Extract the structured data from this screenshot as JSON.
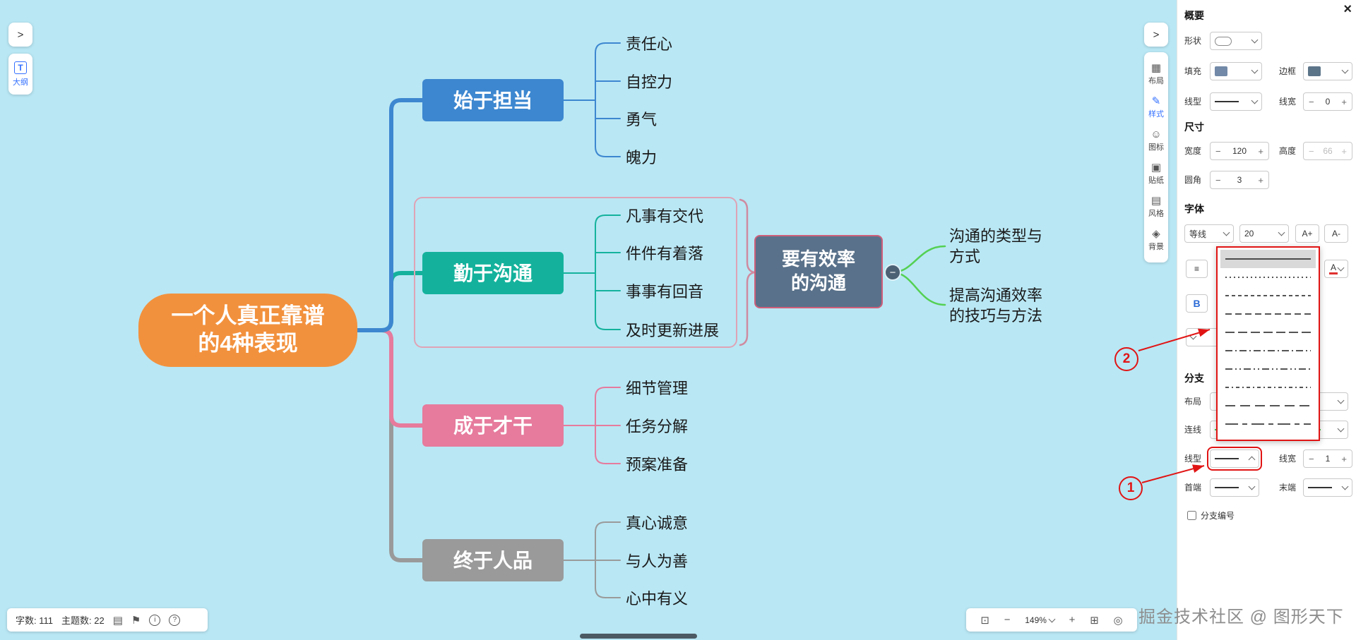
{
  "map": {
    "root_label": "一个人真正靠谱\n的4种表现",
    "branches": [
      {
        "label": "始于担当",
        "color": "#3d87d0",
        "children": [
          "责任心",
          "自控力",
          "勇气",
          "魄力"
        ]
      },
      {
        "label": "勤于沟通",
        "color": "#14b29c",
        "children": [
          "凡事有交代",
          "件件有着落",
          "事事有回音",
          "及时更新进展"
        ]
      },
      {
        "label": "成于才干",
        "color": "#e67b9d",
        "children": [
          "细节管理",
          "任务分解",
          "预案准备"
        ]
      },
      {
        "label": "终于人品",
        "color": "#9a9a9a",
        "children": [
          "真心诚意",
          "与人为善",
          "心中有义"
        ]
      }
    ],
    "summary": {
      "node_label": "要有效率\n的沟通",
      "collapse_glyph": "−",
      "children": [
        "沟通的类型与\n方式",
        "提高沟通效率\n的技巧与方法"
      ],
      "outline_color": "#dfa3b5",
      "node_fill": "#59718a",
      "node_border": "#cf5f7a",
      "link_color": "#54d053"
    },
    "root_color": "#f2913d",
    "canvas_color": "#b9e7f4"
  },
  "left_controls": {
    "expand_glyph": ">",
    "outline": {
      "icon": "T",
      "label": "大纲"
    }
  },
  "right_toolbar": {
    "expand_glyph": ">",
    "items": [
      {
        "icon": "▦",
        "label": "布局"
      },
      {
        "icon": "✎",
        "label": "样式"
      },
      {
        "icon": "☺",
        "label": "图标"
      },
      {
        "icon": "▣",
        "label": "贴纸"
      },
      {
        "icon": "▤",
        "label": "风格"
      },
      {
        "icon": "◈",
        "label": "背景"
      }
    ]
  },
  "panel": {
    "close_glyph": "×",
    "title": "概要",
    "shape_label": "形状",
    "fill_label": "填充",
    "fill_color": "#7289a8",
    "border_label": "边框",
    "border_color": "#5c7488",
    "line_type_label": "线型",
    "line_width_label": "线宽",
    "line_width_value": "0",
    "size_title": "尺寸",
    "width_label": "宽度",
    "width_value": "120",
    "height_label": "高度",
    "height_value": "66",
    "radius_label": "圆角",
    "radius_value": "3",
    "font_title": "字体",
    "font_family": "等线",
    "font_size": "20",
    "font_inc": "A+",
    "font_dec": "A-",
    "bold_label": "B",
    "font_color_label": "A",
    "branch_title": "分支",
    "layout_label": "布局",
    "link_label": "连线",
    "branch_line_type_label": "线型",
    "branch_line_width_label": "线宽",
    "branch_line_width_value": "1",
    "start_label": "首端",
    "end_label": "末端",
    "numbering_label": "分支编号",
    "popup_styles": [
      {
        "dash": ""
      },
      {
        "dash": "2 4"
      },
      {
        "dash": "5 4"
      },
      {
        "dash": "9 5"
      },
      {
        "dash": "13 5"
      },
      {
        "dash": "10 4 2 4"
      },
      {
        "dash": "10 4 2 4 2 4"
      },
      {
        "dash": "5 4 2 4"
      },
      {
        "dash": "14 7"
      },
      {
        "dash": "18 6 7 6"
      }
    ]
  },
  "status_bar": {
    "words_label": "字数:",
    "words_value": "111",
    "topics_label": "主题数:",
    "topics_value": "22",
    "icons": [
      "▤",
      "⚑",
      "i",
      "?"
    ]
  },
  "zoom_bar": {
    "presenter_icon": "⊡",
    "minus": "−",
    "zoom_value": "149%",
    "plus": "+",
    "fit_icon": "⊞",
    "locate_icon": "◎"
  },
  "watermark": "掘金技术社区 @ 图形天下",
  "annotations": {
    "step1": "1",
    "step2": "2"
  },
  "steppers": {
    "minus": "−",
    "plus": "+"
  }
}
